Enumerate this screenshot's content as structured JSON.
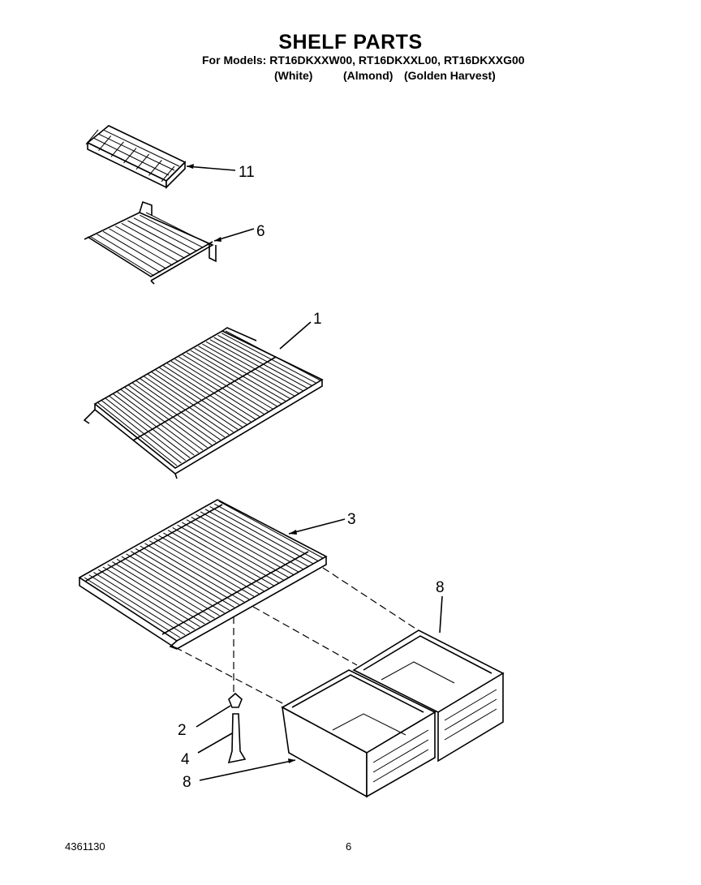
{
  "header": {
    "title": "SHELF PARTS",
    "models_line": "For Models: RT16DKXXW00, RT16DKXXL00, RT16DKXXG00",
    "color_white": "(White)",
    "color_almond": "(Almond)",
    "color_golden": "(Golden Harvest)"
  },
  "callouts": {
    "ice_tray": "11",
    "small_shelf": "6",
    "wire_shelf": "1",
    "crisper_cover": "3",
    "crisper_right": "8",
    "support_top": "2",
    "support_post": "4",
    "crisper_left": "8"
  },
  "footer": {
    "doc_number": "4361130",
    "page_number": "6"
  }
}
